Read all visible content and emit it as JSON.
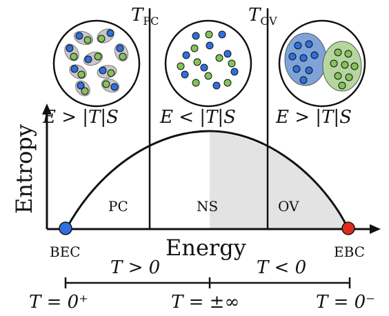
{
  "thresholds": {
    "left": {
      "symbol": "T",
      "subscript": "PC"
    },
    "right": {
      "symbol": "T",
      "subscript": "OV"
    }
  },
  "inequalities": {
    "left": "E > |T|S",
    "middle": "E < |T|S",
    "right": "E > |T|S"
  },
  "axes": {
    "y_label": "Entropy",
    "x_label": "Energy"
  },
  "regions": {
    "pc": "PC",
    "ns": "NS",
    "ov": "OV"
  },
  "endpoints": {
    "left": "BEC",
    "right": "EBC"
  },
  "temperature": {
    "positive": "T > 0",
    "negative": "T < 0",
    "left_limit": "T = 0⁺",
    "middle": "T = ±∞",
    "right_limit": "T = 0⁻"
  },
  "colors": {
    "blue": "#2f6fe0",
    "green": "#84c25a",
    "red": "#e02a1e",
    "shade": "#e3e3e3",
    "blue_cluster": "#7ea3d8",
    "green_cluster": "#b6d6a0"
  }
}
